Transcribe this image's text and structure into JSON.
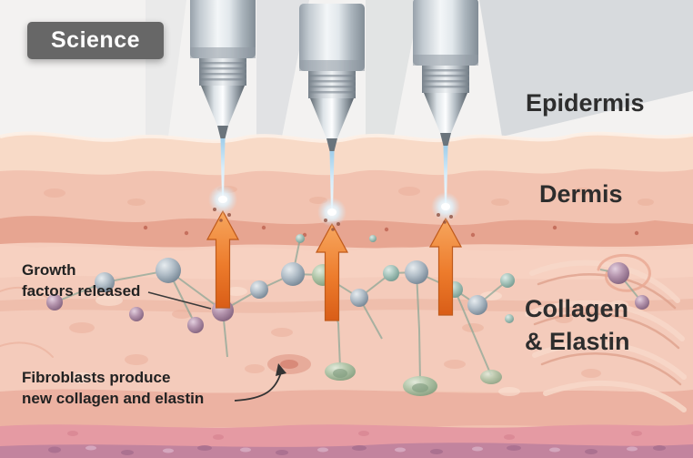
{
  "badge": {
    "label": "Science"
  },
  "layer_labels": {
    "epidermis": "Epidermis",
    "dermis": "Dermis",
    "collagen_line1": "Collagen",
    "collagen_line2": "& Elastin"
  },
  "annotations": {
    "growth_line1": "Growth",
    "growth_line2": "factors released",
    "fibroblast_line1": "Fibroblasts produce",
    "fibroblast_line2": "new collagen and elastin"
  },
  "colors": {
    "badge_bg": "#676767",
    "arrow_orange": "#ed7c2c",
    "beam_blue": "#bfe0f2",
    "skin_base": "#f2c3b1",
    "epidermis_highlight": "#f8dcc9",
    "dermis_dark_band": "#e49e89",
    "bottom_pink": "#e59aa3",
    "bottom_mauve": "#c2849e",
    "label_text": "#2d2d2d"
  }
}
